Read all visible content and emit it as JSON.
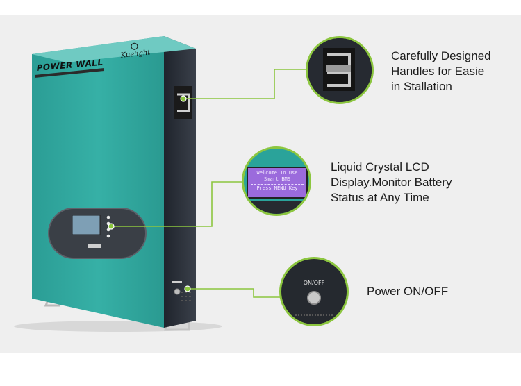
{
  "product": {
    "model_label": "POWER WALL",
    "brand_label": "Kuelight"
  },
  "callouts": {
    "handles": {
      "lines": [
        "Carefully Designed",
        "Handles for Easie",
        "in Stallation"
      ]
    },
    "lcd": {
      "lines": [
        "Liquid Crystal LCD",
        "Display.Monitor Battery",
        "Status at Any Time"
      ],
      "screen_lines": [
        "Welcome To Use",
        "Smart BMS",
        "Press MENU Key"
      ]
    },
    "power": {
      "lines": [
        "Power ON/OFF"
      ],
      "button_label": "ON/OFF"
    }
  },
  "colors": {
    "teal_body": "#2aa39a",
    "dark_side": "#2a2f38",
    "accent_green": "#8cc63f",
    "lcd_purple": "#9b6bdc",
    "background": "#efefef"
  }
}
